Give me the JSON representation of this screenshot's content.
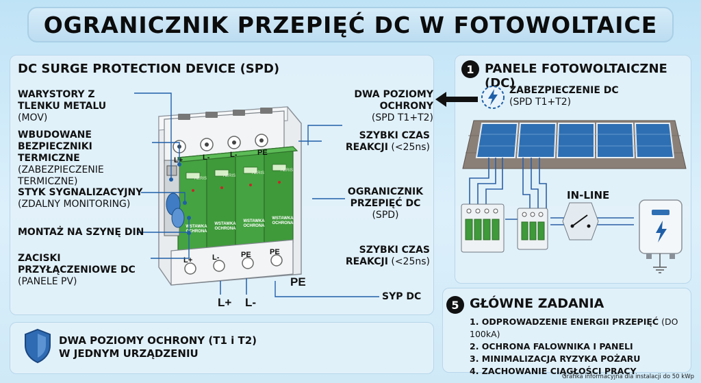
{
  "title": "OGRANICZNIK PRZEPIĘĆ DC W FOTOWOLTAICE",
  "spd_panel": {
    "heading": "DC SURGE PROTECTION DEVICE (SPD)",
    "left_labels": [
      {
        "bold": "WARYSTORY Z TLENKU METALU",
        "normal": "(MOV)"
      },
      {
        "bold": "WBUDOWANE BEZPIECZNIKI TERMICZNE",
        "normal": "(ZABEZPIECZENIE TERMICZNE)"
      },
      {
        "bold": "STYK SYGNALIZACYJNY",
        "normal": "(ZDALNY MONITORING)"
      },
      {
        "bold": "MONTAŻ NA SZYNĘ DIN",
        "normal": ""
      },
      {
        "bold": "ZACISKI PRZYŁĄCZENIOWE DC",
        "normal": "(PANELE PV)"
      }
    ],
    "right_labels": [
      {
        "bold": "DWA POZIOMY OCHRONY",
        "normal": "(SPD T1+T2)"
      },
      {
        "bold": "SZYBKI CZAS REAKCJI",
        "normal": "(<25ns)"
      },
      {
        "bold": "OGRANICZNIK PRZEPIĘĆ DC",
        "normal": "(SPD)"
      },
      {
        "bold": "SZYBKI CZAS REAKCJI",
        "normal": "(<25ns)"
      },
      {
        "bold": "SYP DC",
        "normal": ""
      }
    ],
    "device": {
      "top_terminals": [
        "L+",
        "L-",
        "L-",
        "PE"
      ],
      "bottom_terminals": [
        "L+",
        "L-",
        "PE",
        "PE"
      ],
      "module_text": "WSTAWKA OCHRONA",
      "module_brand": "AERIS",
      "bottom_outputs": [
        "L+",
        "L-",
        "PE"
      ]
    }
  },
  "pv_panel": {
    "badge": "1",
    "heading": "PANELE FOTOWOLTAICZNE (DC)",
    "dc_protection": {
      "bold": "ZABEZPIECZENIE DC",
      "normal": "(SPD T1+T2)"
    },
    "inline_label": "IN-LINE",
    "icons": [
      "lightning-icon",
      "solar-panel-icon",
      "inverter-icon",
      "ground-icon",
      "switch-icon"
    ]
  },
  "tasks_panel": {
    "badge": "5",
    "heading": "GŁÓWNE ZADANIA",
    "items": [
      {
        "bold": "1. ODPROWADZENIE ENERGII PRZEPIĘĆ",
        "normal": "(DO 100kA)"
      },
      {
        "bold": "2. OCHRONA FALOWNIKA I PANELI",
        "normal": ""
      },
      {
        "bold": "3. MINIMALIZACJA RYZYKA POŻARU",
        "normal": ""
      },
      {
        "bold": "4. ZACHOWANIE CIĄGŁOŚCI PRACY",
        "normal": ""
      }
    ]
  },
  "bottom_info": {
    "line1": "DWA POZIOMY OCHRONY (T1 i T2)",
    "line2": "W JEDNYM URZĄDZENIU",
    "icon": "shield-icon"
  },
  "credit": "Grafika informacyjna dla instalacji do 50 kWp",
  "colors": {
    "spd_green": "#3f9a3a",
    "accent_blue": "#1f5fa8",
    "panel_blue": "#2b6cb0"
  }
}
